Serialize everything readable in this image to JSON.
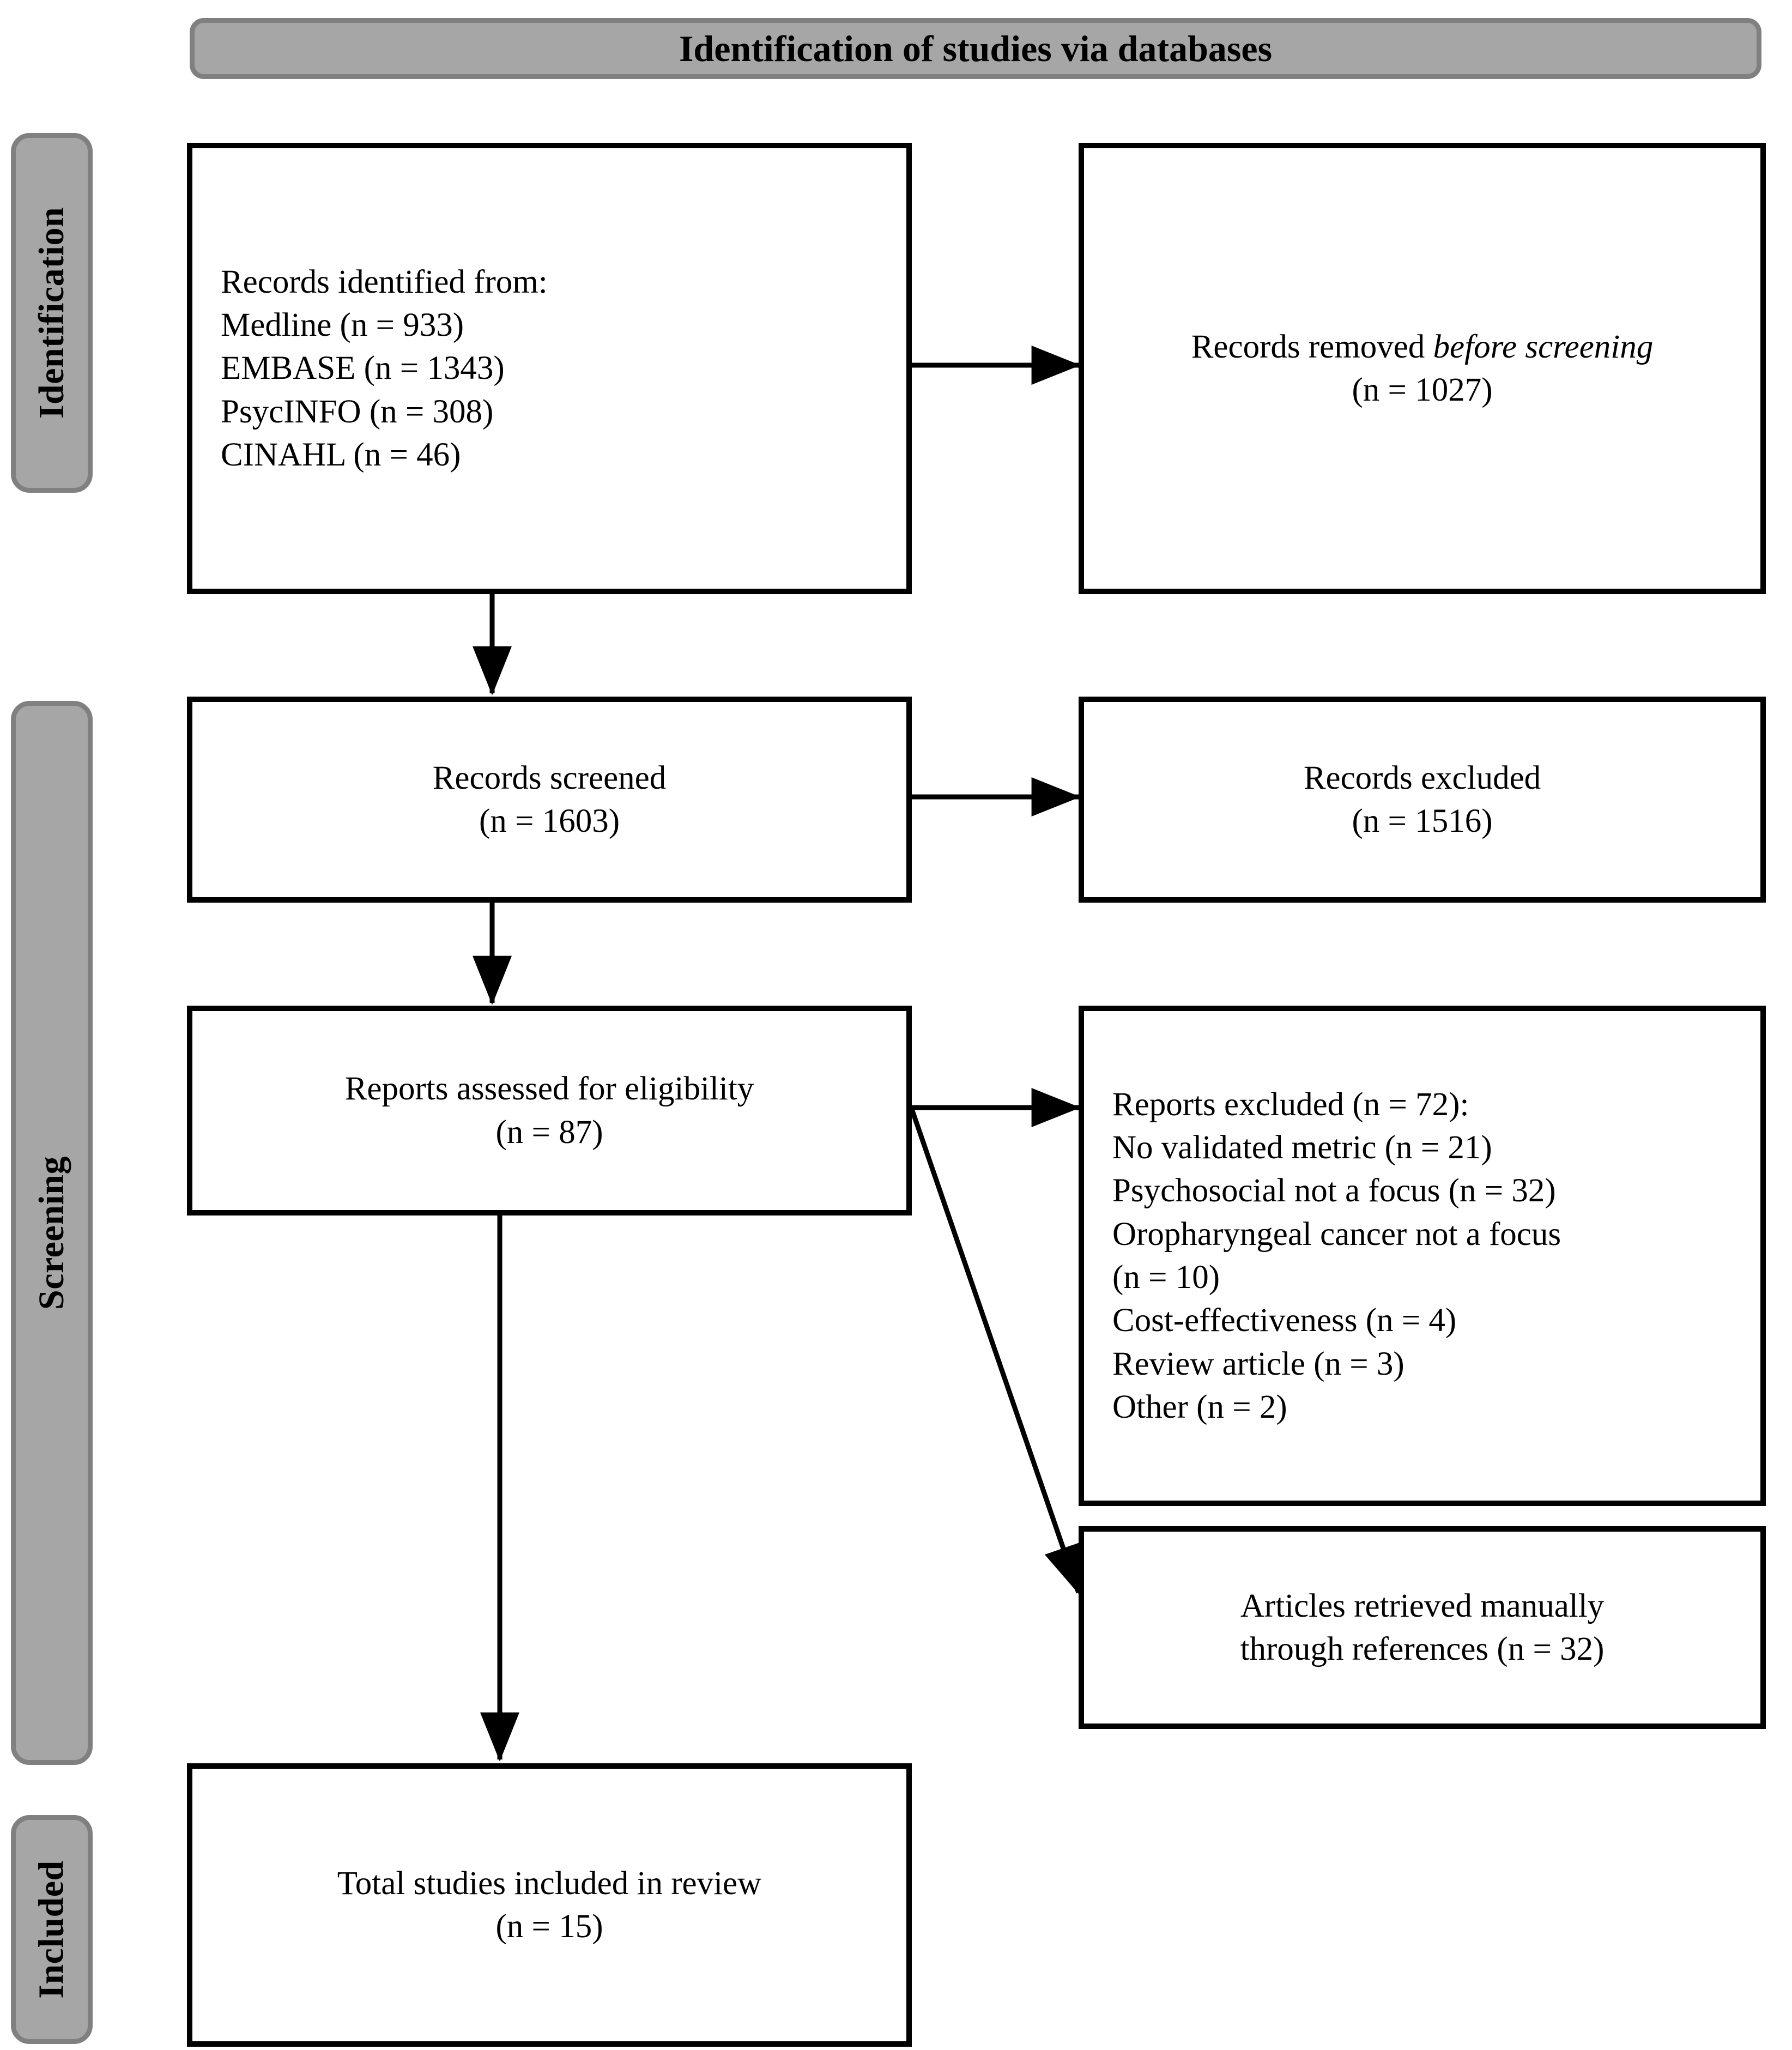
{
  "banner": {
    "title": "Identification of studies via databases"
  },
  "stages": [
    {
      "key": "identification",
      "label": "Identification"
    },
    {
      "key": "screening",
      "label": "Screening"
    },
    {
      "key": "included",
      "label": "Included"
    }
  ],
  "boxes": {
    "records_identified": {
      "heading": "Records identified from:",
      "sources": [
        {
          "name": "Medline",
          "n": 933,
          "text": "Medline (n = 933)"
        },
        {
          "name": "EMBASE",
          "n": 1343,
          "text": "EMBASE (n = 1343)"
        },
        {
          "name": "PsycINFO",
          "n": 308,
          "text": "PsycINFO (n = 308)"
        },
        {
          "name": "CINAHL",
          "n": 46,
          "text": "CINAHL (n = 46)"
        }
      ]
    },
    "records_removed": {
      "line1_plain": "Records removed ",
      "line1_italic": "before screening",
      "line2": "(n = 1027)",
      "n": 1027
    },
    "records_screened": {
      "line1": "Records screened",
      "line2": "(n = 1603)",
      "n": 1603
    },
    "records_excluded": {
      "line1": "Records excluded",
      "line2": "(n = 1516)",
      "n": 1516
    },
    "reports_assessed": {
      "line1": "Reports assessed for eligibility",
      "line2": "(n = 87)",
      "n": 87
    },
    "reports_excluded": {
      "heading": "Reports excluded (n = 72):",
      "n": 72,
      "reasons": [
        {
          "label": "No validated metric",
          "n": 21,
          "text": "No validated metric (n = 21)"
        },
        {
          "label": "Psychosocial not a focus",
          "n": 32,
          "text": "Psychosocial not a focus (n = 32)"
        },
        {
          "label": "Oropharyngeal cancer not a focus",
          "n": 10,
          "text": "Oropharyngeal cancer not a focus",
          "text_wrap": "(n = 10)"
        },
        {
          "label": "Cost-effectiveness",
          "n": 4,
          "text": "Cost-effectiveness (n = 4)"
        },
        {
          "label": "Review article",
          "n": 3,
          "text": "Review article (n = 3)"
        },
        {
          "label": "Other",
          "n": 2,
          "text": "Other (n = 2)"
        }
      ]
    },
    "articles_manual": {
      "line1": "Articles retrieved manually",
      "line2": "through references (n = 32)",
      "n": 32
    },
    "total_included": {
      "line1": "Total studies included in review",
      "line2": "(n = 15)",
      "n": 15
    }
  },
  "colors": {
    "pill_fill": "#a6a6a6",
    "pill_border": "#808080",
    "box_border": "#000000",
    "box_fill": "#ffffff",
    "text": "#000000"
  }
}
